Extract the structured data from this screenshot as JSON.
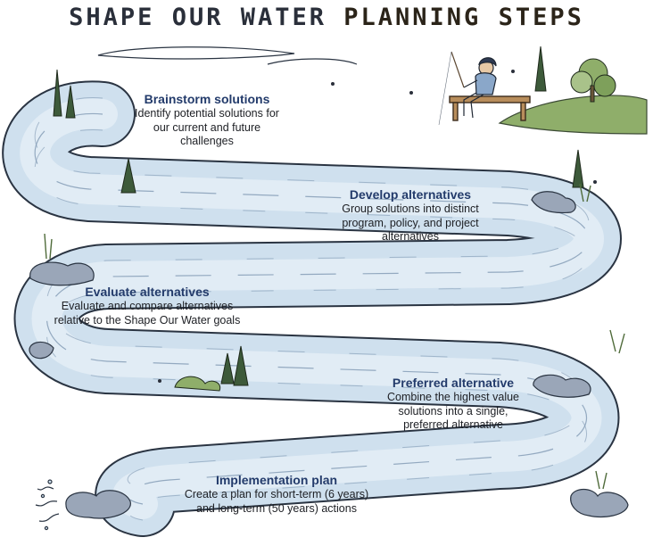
{
  "title": {
    "part1": "SHAPE OUR WATER",
    "part2": "PLANNING STEPS"
  },
  "steps": [
    {
      "heading": "Brainstorm solutions",
      "lines": [
        "Identify potential solutions for",
        "our current and future",
        "challenges"
      ]
    },
    {
      "heading": "Develop alternatives",
      "lines": [
        "Group solutions into distinct",
        "program, policy, and project",
        "alternatives"
      ]
    },
    {
      "heading": "Evaluate alternatives",
      "lines": [
        "Evaluate and compare alternatives",
        "relative to the Shape Our Water goals"
      ]
    },
    {
      "heading": "Preferred alternative",
      "lines": [
        "Combine the highest value",
        "solutions into a single,",
        "preferred alternative"
      ]
    },
    {
      "heading": "Implementation plan",
      "lines": [
        "Create a plan for short-term (6 years)",
        "and long-term (50 years) actions"
      ]
    }
  ],
  "colors": {
    "river_fill": "#cfe0ee",
    "river_highlight": "#e8f1f8",
    "river_outline": "#2a3442",
    "heading": "#233b6b",
    "grass": "#8fae6a",
    "tree": "#3d5a3a",
    "rock": "#9aa6b8"
  },
  "illustrations": [
    "person-fishing-icon",
    "bench-icon",
    "pine-tree-icon",
    "bush-icon",
    "rock-icon",
    "grass-icon",
    "insect-icon",
    "water-splash-icon"
  ]
}
